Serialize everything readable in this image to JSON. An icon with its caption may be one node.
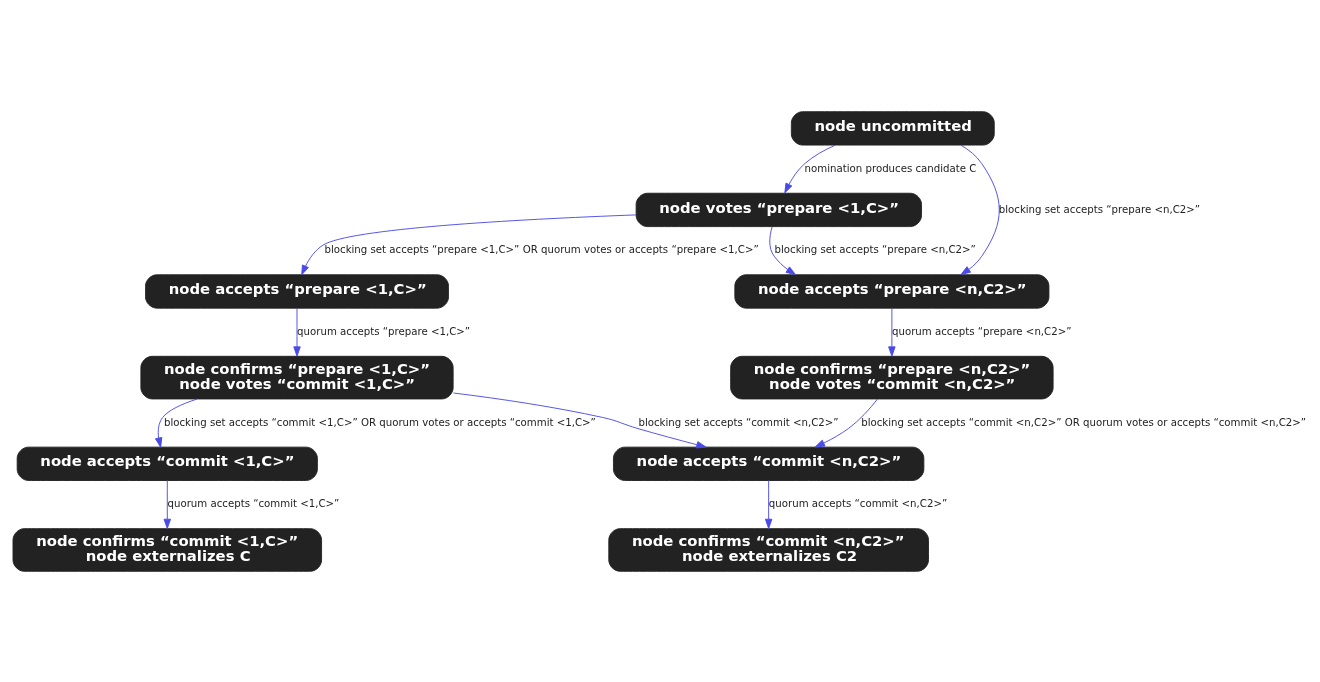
{
  "diagram": {
    "nodes": [
      {
        "text": [
          "node uncommitted"
        ]
      },
      {
        "text": [
          "node votes “prepare <1,C>”"
        ]
      },
      {
        "text": [
          "node accepts “prepare <1,C>”"
        ]
      },
      {
        "text": [
          "node accepts “prepare <n,C2>”"
        ]
      },
      {
        "text": [
          "node confirms “prepare <1,C>”",
          "node votes “commit <1,C>”"
        ]
      },
      {
        "text": [
          "node confirms “prepare <n,C2>”",
          "node votes “commit <n,C2>”"
        ]
      },
      {
        "text": [
          "node accepts “commit <1,C>”"
        ]
      },
      {
        "text": [
          "node accepts “commit <n,C2>”"
        ]
      },
      {
        "text": [
          "node confirms “commit <1,C>”",
          "node externalizes C"
        ]
      },
      {
        "text": [
          "node confirms “commit <n,C2>”",
          "node externalizes C2"
        ]
      }
    ],
    "edges": [
      {
        "from": 0,
        "to": 1,
        "arrow": "to",
        "label": "nomination produces candidate C"
      },
      {
        "from": 0,
        "to": 3,
        "arrow": "to",
        "label": "blocking set accepts “prepare <n,C2>”"
      },
      {
        "from": 1,
        "to": 2,
        "arrow": "to",
        "label": "blocking set accepts “prepare <1,C>” OR quorum votes or accepts “prepare <1,C>”"
      },
      {
        "from": 1,
        "to": 3,
        "arrow": "to",
        "label": "blocking set accepts “prepare <n,C2>”"
      },
      {
        "from": 2,
        "to": 4,
        "arrow": "to",
        "label": "quorum accepts “prepare <1,C>”"
      },
      {
        "from": 3,
        "to": 5,
        "arrow": "to",
        "label": "quorum accepts “prepare <n,C2>”"
      },
      {
        "from": 4,
        "to": 6,
        "arrow": "to",
        "label": "blocking set accepts “commit <1,C>” OR quorum votes or accepts “commit <1,C>”"
      },
      {
        "from": 4,
        "to": 7,
        "arrow": "to",
        "label": "blocking set accepts “commit <n,C2>”"
      },
      {
        "from": 5,
        "to": 7,
        "arrow": "to",
        "label": "blocking set accepts “commit <n,C2>” OR quorum votes or accepts “commit <n,C2>”"
      },
      {
        "from": 6,
        "to": 8,
        "arrow": "to",
        "label": "quorum accepts “commit <1,C>”"
      },
      {
        "from": 7,
        "to": 9,
        "arrow": "to",
        "label": "quorum accepts “commit <n,C2>”"
      }
    ]
  }
}
